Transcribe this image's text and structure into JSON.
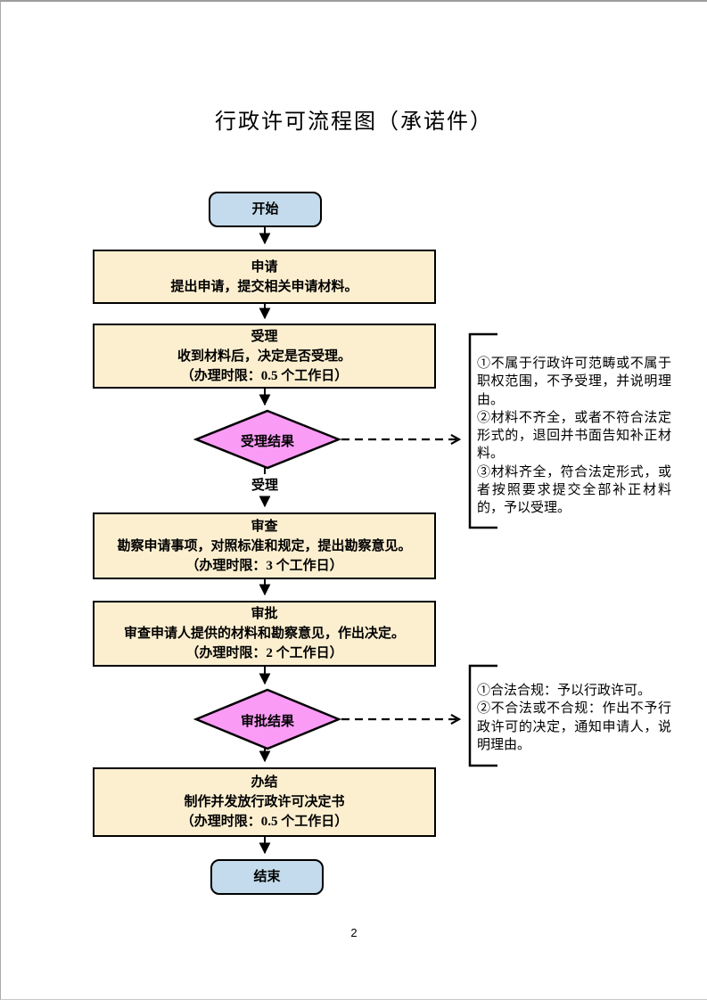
{
  "page": {
    "title": "行政许可流程图（承诺件）",
    "page_number": "2"
  },
  "flow": {
    "start_label": "开始",
    "end_label": "结束",
    "boxes": [
      {
        "title": "申请",
        "lines": [
          "提出申请，提交相关申请材料。"
        ]
      },
      {
        "title": "受理",
        "lines": [
          "收到材料后，决定是否受理。",
          "（办理时限：0.5 个工作日）"
        ]
      },
      {
        "title": "审查",
        "lines": [
          "勘察申请事项，对照标准和规定，提出勘察意见。",
          "（办理时限：3 个工作日）"
        ]
      },
      {
        "title": "审批",
        "lines": [
          "审查申请人提供的材料和勘察意见，作出决定。",
          "（办理时限：2 个工作日）"
        ]
      },
      {
        "title": "办结",
        "lines": [
          "制作并发放行政许可决定书",
          "（办理时限：0.5 个工作日）"
        ]
      }
    ],
    "decisions": [
      {
        "label": "受理结果",
        "branch_label": "受理"
      },
      {
        "label": "审批结果",
        "branch_label": ""
      }
    ],
    "notes": [
      {
        "items": [
          "①不属于行政许可范畴或不属于职权范围，不予受理，并说明理由。",
          "②材料不齐全，或者不符合法定形式的，退回并书面告知补正材料。",
          "③材料齐全，符合法定形式，或者按照要求提交全部补正材料的，予以受理。"
        ]
      },
      {
        "items": [
          "①合法合规：予以行政许可。",
          "②不合法或不合规：作出不予行政许可的决定，通知申请人，说明理由。"
        ]
      }
    ],
    "colors": {
      "terminal_fill": "#c3dbec",
      "process_fill": "#fcefd0",
      "decision_fill": "#fa9bf5",
      "stroke": "#000000"
    }
  }
}
